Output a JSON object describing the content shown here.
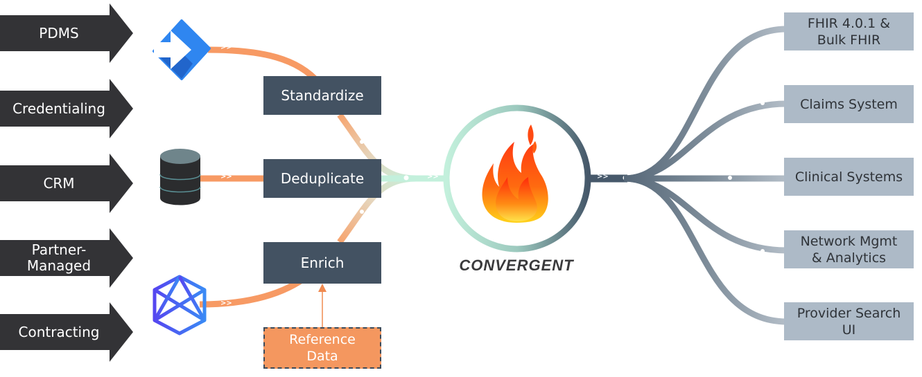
{
  "diagram": {
    "sources": [
      {
        "label": "PDMS"
      },
      {
        "label": "Credentialing"
      },
      {
        "label": "CRM"
      },
      {
        "label": "Partner-\nManaged"
      },
      {
        "label": "Contracting"
      }
    ],
    "source_icons": [
      "arrow-diamond-icon",
      "database-icon",
      "hexagon-network-icon"
    ],
    "steps": [
      {
        "label": "Standardize"
      },
      {
        "label": "Deduplicate"
      },
      {
        "label": "Enrich"
      }
    ],
    "reference": {
      "label": "Reference\nData"
    },
    "hub": {
      "brand": "CONVERGENT",
      "icon": "flame-icon"
    },
    "destinations": [
      {
        "label": "FHIR 4.0.1 &\nBulk FHIR"
      },
      {
        "label": "Claims System"
      },
      {
        "label": "Clinical Systems"
      },
      {
        "label": "Network Mgmt\n& Analytics"
      },
      {
        "label": "Provider Search\nUI"
      }
    ],
    "flow_marker": ">>",
    "colors": {
      "source_arrow": "#333336",
      "step_box": "#435262",
      "reference_box": "#f4975f",
      "destination_box": "#adbac7",
      "input_line": "#f79a64",
      "merge_line": "#c3f0dc",
      "output_line": "#6f7f8e"
    }
  }
}
